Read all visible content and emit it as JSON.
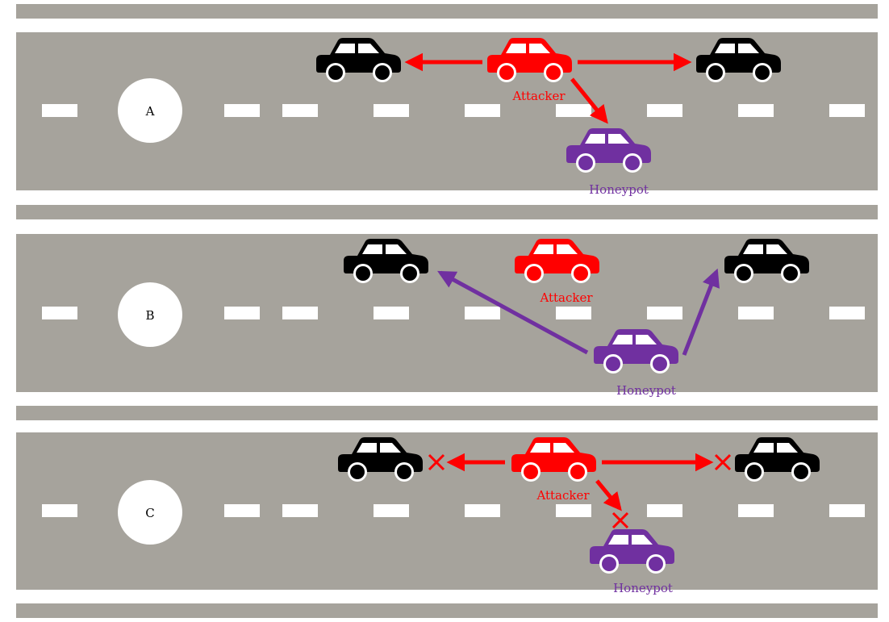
{
  "colors": {
    "road": "#a6a39c",
    "divider": "#ffffff",
    "attacker": "#ff0000",
    "honeypot": "#7030a0",
    "neighbor": "#000000"
  },
  "icons": {
    "vehicle": "car-icon",
    "blocked": "x-icon"
  },
  "panels": [
    {
      "id": "A",
      "label": "A",
      "attacker_label": "Attacker",
      "honeypot_label": "Honeypot",
      "description": "Attacker sends messages to two neighbor cars and the honeypot"
    },
    {
      "id": "B",
      "label": "B",
      "attacker_label": "Attacker",
      "honeypot_label": "Honeypot",
      "description": "Honeypot sends messages to the two neighbor cars"
    },
    {
      "id": "C",
      "label": "C",
      "attacker_label": "Attacker",
      "honeypot_label": "Honeypot",
      "description": "Attacker messages are blocked at all receivers"
    }
  ]
}
